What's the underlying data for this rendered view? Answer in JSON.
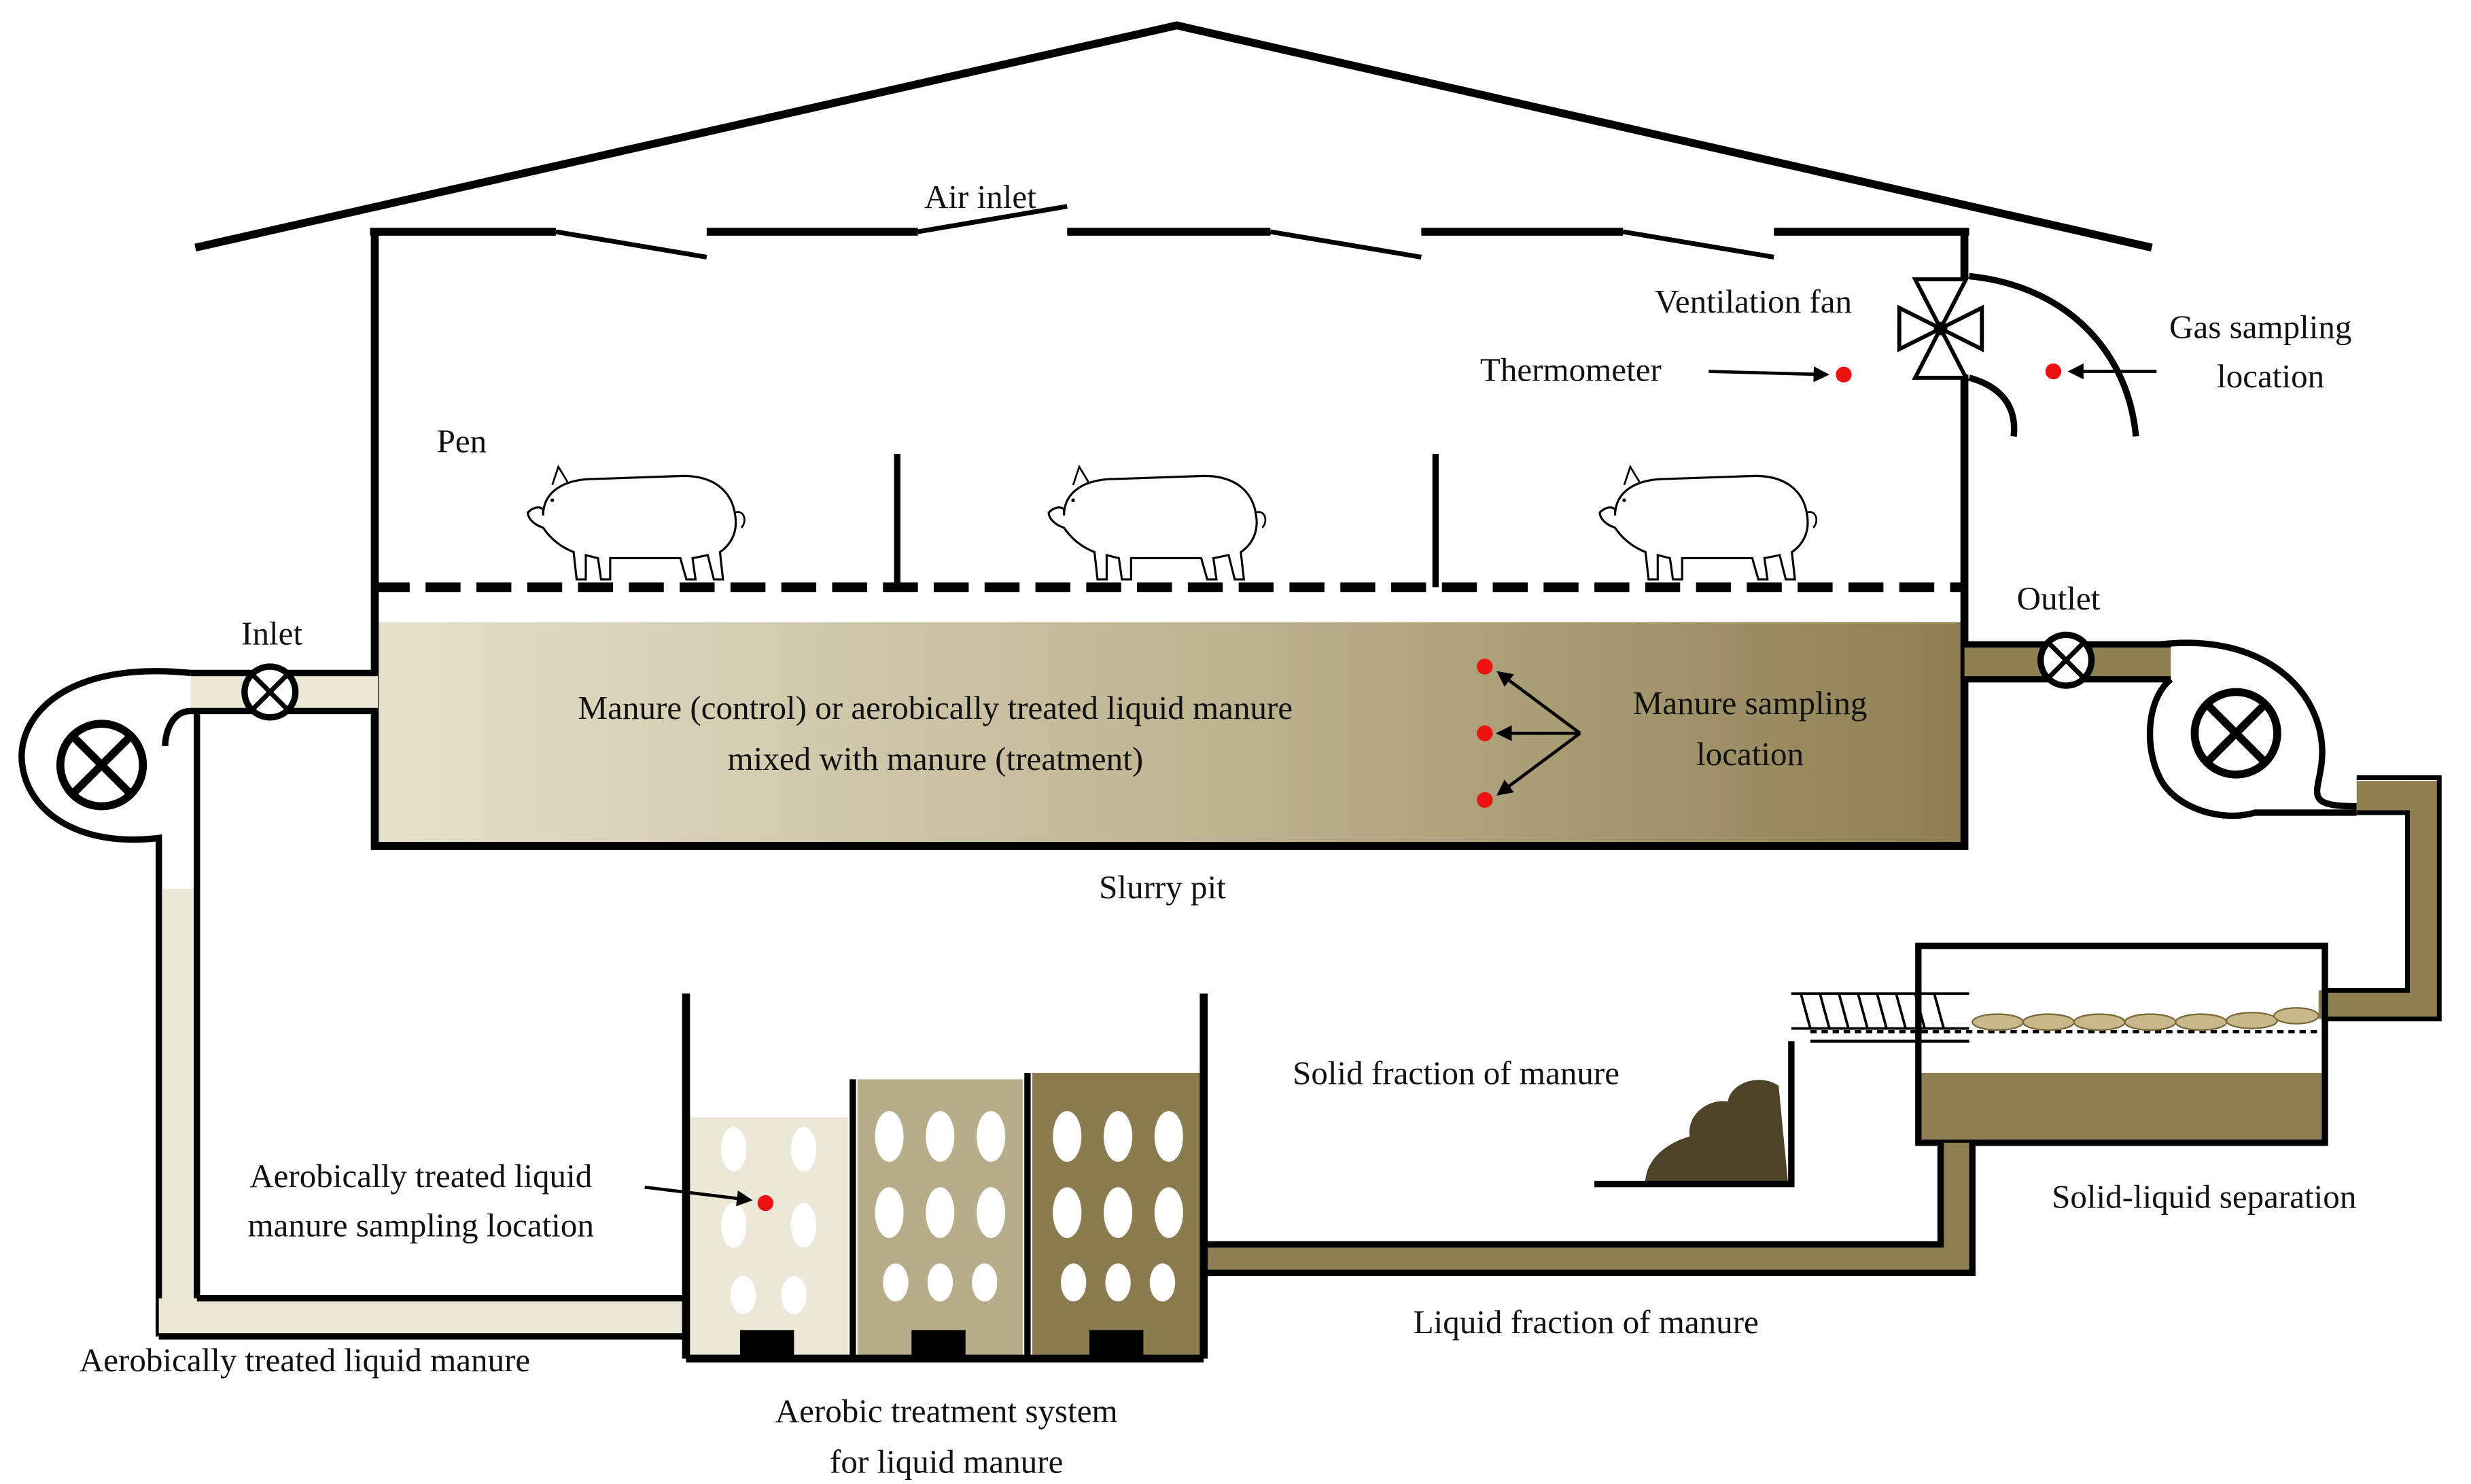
{
  "labels": {
    "air_inlet": "Air inlet",
    "ventilation_fan": "Ventilation fan",
    "thermometer": "Thermometer",
    "gas_sampling_line1": "Gas sampling",
    "gas_sampling_line2": "location",
    "pen": "Pen",
    "inlet": "Inlet",
    "outlet": "Outlet",
    "pit_text_line1": "Manure (control) or aerobically treated liquid  manure",
    "pit_text_line2": "mixed with manure (treatment)",
    "manure_sampling_line1": "Manure sampling",
    "manure_sampling_line2": "location",
    "slurry_pit": "Slurry pit",
    "solid_fraction": "Solid fraction of manure",
    "solid_liquid_separation": "Solid-liquid separation",
    "aerobic_sampling_line1": "Aerobically treated liquid",
    "aerobic_sampling_line2": "manure sampling location",
    "aerobic_liquid_manure": "Aerobically treated liquid  manure",
    "liquid_fraction": "Liquid fraction of manure",
    "aerobic_system_line1": "Aerobic treatment system",
    "aerobic_system_line2": "for liquid manure"
  },
  "colors": {
    "line": "#000000",
    "manure_light": "#ece8d8",
    "manure_mid": "#b8ad8a",
    "manure_dark": "#8a7c4e",
    "solid_pile": "#4e4328",
    "sampling_dot": "#ee1111",
    "pig_fill": "#ffffff"
  },
  "icons": [
    "ventilation-fan-icon",
    "pump-icon",
    "valve-icon",
    "pig-icon",
    "sampling-point-icon"
  ]
}
